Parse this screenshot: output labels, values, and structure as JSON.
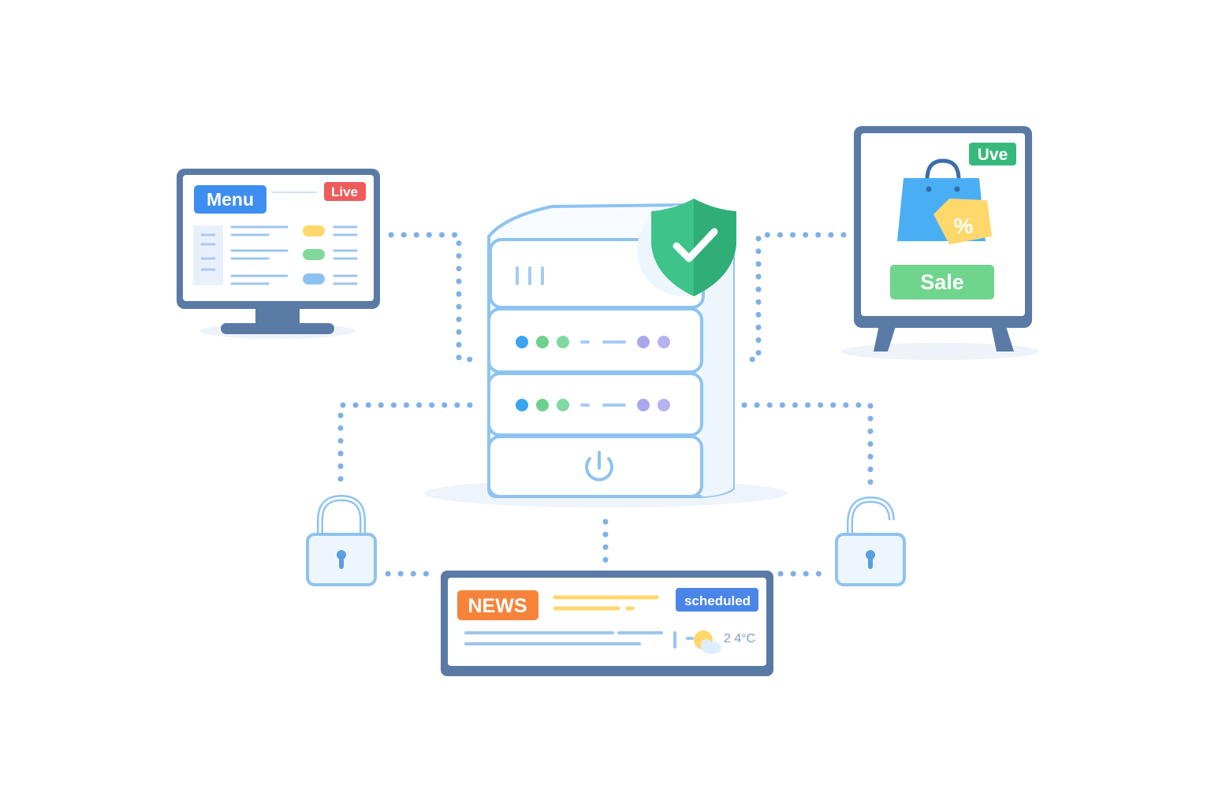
{
  "colors": {
    "frame": "#5a7aa6",
    "screen": "#ffffff",
    "wire": "#7fb0e6",
    "server_outline": "#8ec3f0",
    "shield": "#3ec38a",
    "menu_badge": "#3d8ef0",
    "live_badge": "#ef5a5a",
    "uve_badge": "#37b97c",
    "sale_badge": "#6fd48c",
    "bag": "#4aaef5",
    "tag": "#ffd76a",
    "news_badge": "#f5843a",
    "scheduled_badge": "#4a86e8",
    "lock": "#8ec3f0"
  },
  "icons": [
    "shield-check-icon",
    "power-icon",
    "shopping-bag-icon",
    "percent-tag-icon",
    "closed-lock-icon",
    "open-lock-icon",
    "weather-cloud-sun-icon"
  ],
  "monitor": {
    "title": "Menu",
    "status": "Live"
  },
  "kiosk": {
    "status": "Uve",
    "tag_symbol": "%",
    "button_label": "Sale"
  },
  "ticker": {
    "title": "NEWS",
    "status": "scheduled",
    "temperature": "2 4°C"
  }
}
